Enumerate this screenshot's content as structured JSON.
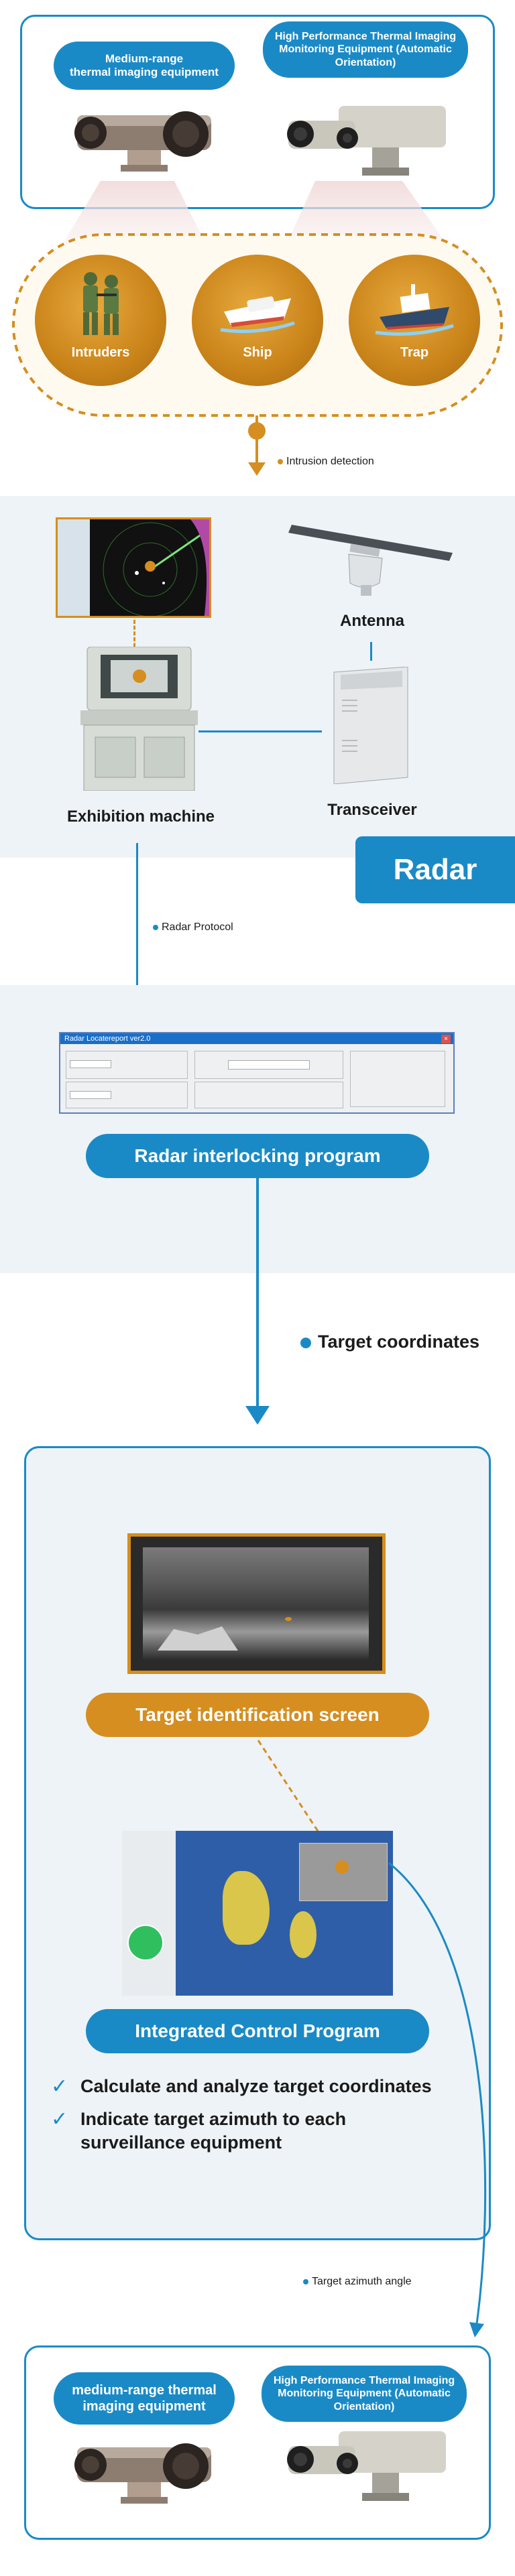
{
  "top_panel": {
    "camera_left_label": "Medium-range\nthermal imaging equipment",
    "camera_right_label": "High Performance Thermal Imaging Monitoring Equipment (Automatic Orientation)"
  },
  "targets": [
    {
      "label": "Intruders"
    },
    {
      "label": "Ship"
    },
    {
      "label": "Trap"
    }
  ],
  "intrusion_label": "Intrusion detection",
  "radar_section": {
    "antenna_label": "Antenna",
    "transceiver_label": "Transceiver",
    "exhibition_label": "Exhibition machine",
    "badge": "Radar"
  },
  "radar_protocol_label": "Radar Protocol",
  "radar_program": {
    "window_title": "Radar Locatereport ver2.0",
    "label": "Radar interlocking program"
  },
  "target_coords_label": "Target coordinates",
  "analysis_panel": {
    "target_screen_label": "Target identification screen",
    "control_program_label": "Integrated Control Program",
    "checks": [
      "Calculate and analyze target coordinates",
      "Indicate target azimuth to each surveillance equipment"
    ]
  },
  "azimuth_label": "Target azimuth angle",
  "bottom_panel": {
    "camera_left_label": "medium-range thermal imaging equipment",
    "camera_right_label": "High Performance Thermal Imaging Monitoring Equipment (Automatic Orientation)"
  },
  "colors": {
    "accent": "#1a8ac6",
    "gold": "#d58e1f",
    "panel_bg": "#eef3f7"
  }
}
